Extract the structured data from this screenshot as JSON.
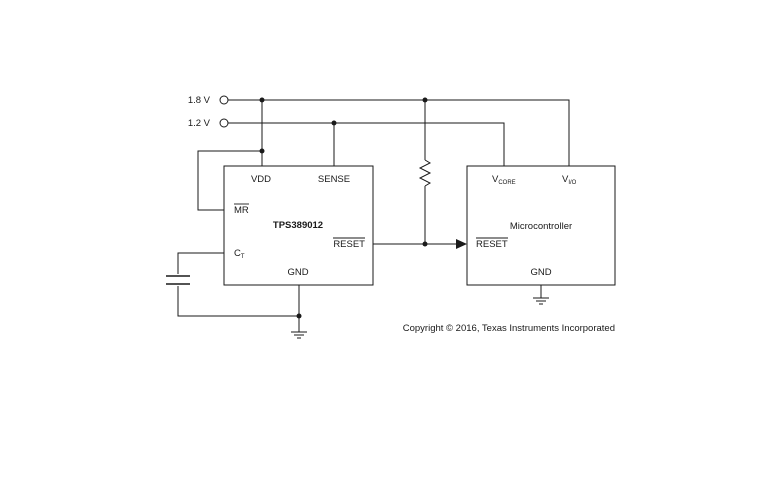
{
  "rails": {
    "v18": "1.8 V",
    "v12": "1.2 V"
  },
  "supervisor": {
    "part_number": "TPS389012",
    "pin_vdd": "VDD",
    "pin_sense": "SENSE",
    "pin_mr": "MR",
    "pin_ct_main": "C",
    "pin_ct_sub": "T",
    "pin_reset": "RESET",
    "pin_gnd": "GND"
  },
  "mcu": {
    "name": "Microcontroller",
    "pin_vcore_main": "V",
    "pin_vcore_sub": "CORE",
    "pin_vio_main": "V",
    "pin_vio_sub": "I/O",
    "pin_reset": "RESET",
    "pin_gnd": "GND"
  },
  "copyright": "Copyright © 2016, Texas Instruments Incorporated"
}
